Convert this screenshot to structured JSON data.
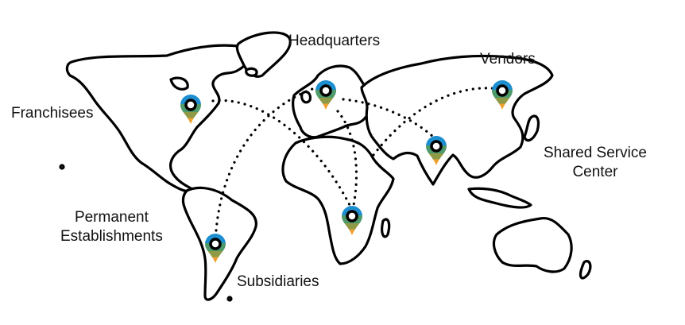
{
  "labels": {
    "headquarters": "Headquarters",
    "vendors": "Vendors",
    "franchisees": "Franchisees",
    "shared_service_line1": "Shared Service",
    "shared_service_line2": "Center",
    "permanent_line1": "Permanent",
    "permanent_line2": "Establishments",
    "subsidiaries": "Subsidiaries"
  },
  "pin_colors": {
    "top": "#1d8fd1",
    "middle": "#4f9a6a",
    "lower": "#8f9a46",
    "tip": "#f0a030",
    "center": "#ffffff",
    "ring": "#000000"
  }
}
